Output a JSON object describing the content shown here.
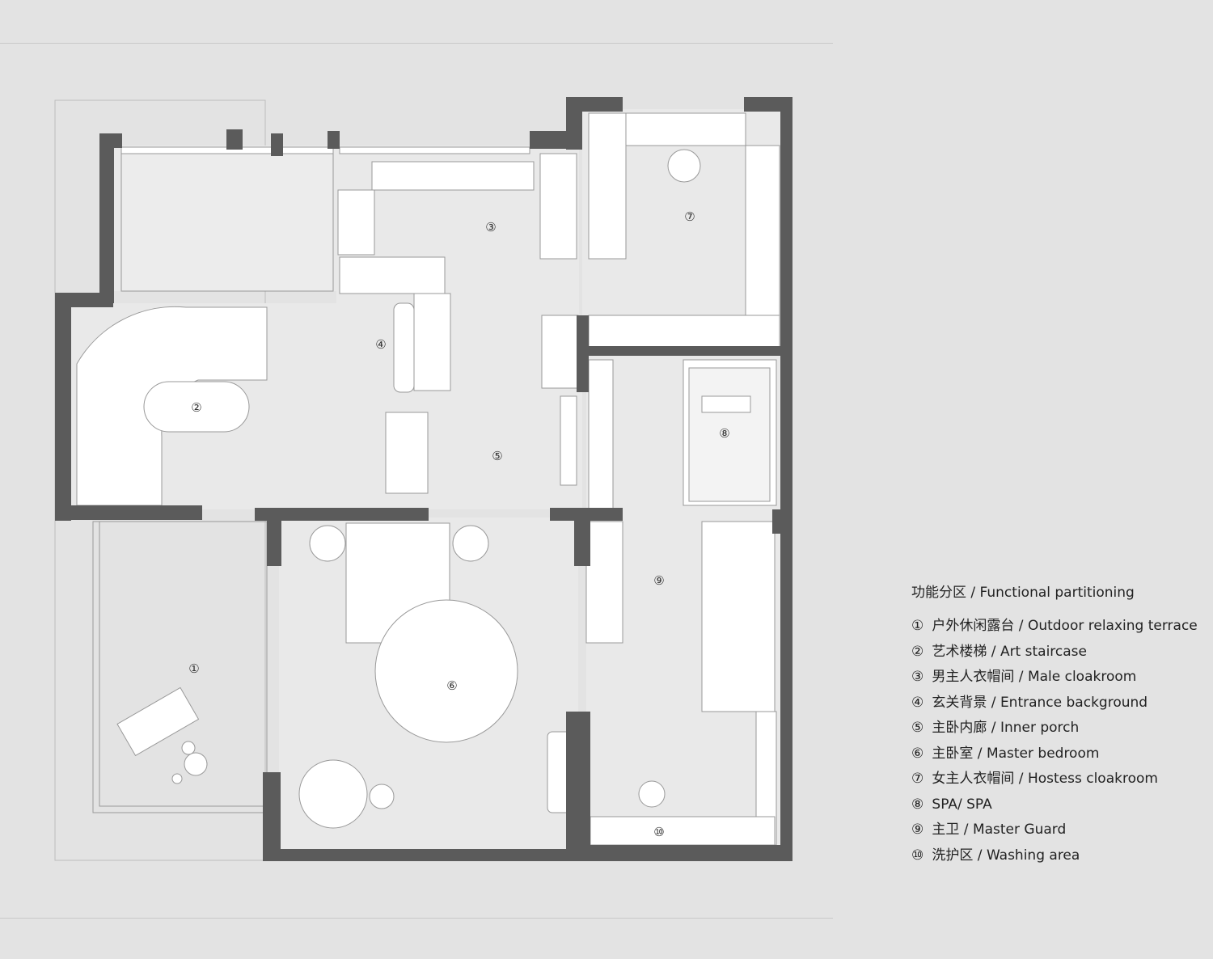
{
  "legend": {
    "title": "功能分区 / Functional partitioning",
    "items": [
      {
        "num": "①",
        "text": "户外休闲露台 / Outdoor relaxing terrace"
      },
      {
        "num": "②",
        "text": "艺术楼梯 / Art staircase"
      },
      {
        "num": "③",
        "text": "男主人衣帽间 / Male cloakroom"
      },
      {
        "num": "④",
        "text": "玄关背景 / Entrance background"
      },
      {
        "num": "⑤",
        "text": "主卧内廊 / Inner porch"
      },
      {
        "num": "⑥",
        "text": "主卧室 / Master bedroom"
      },
      {
        "num": "⑦",
        "text": "女主人衣帽间 / Hostess cloakroom"
      },
      {
        "num": "⑧",
        "text": "SPA/ SPA"
      },
      {
        "num": "⑨",
        "text": "主卫 / Master Guard"
      },
      {
        "num": "⑩",
        "text": "洗护区 / Washing area"
      }
    ]
  },
  "colors": {
    "background": "#e3e3e3",
    "wall": "#5b5b5b",
    "floor": "#e8e8e8",
    "furniture": "#ffffff"
  }
}
